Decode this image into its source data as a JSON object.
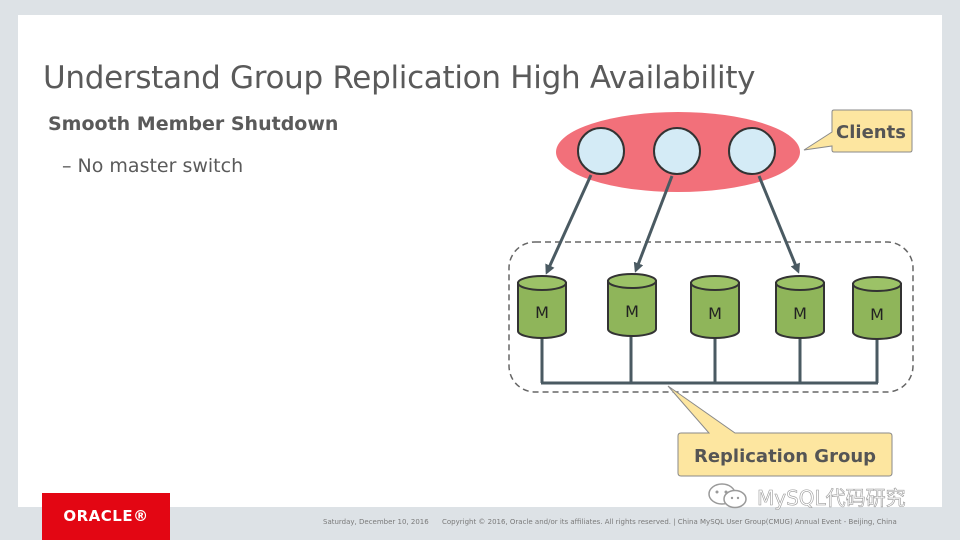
{
  "slide": {
    "title": "Understand Group Replication High Availability",
    "subtitle": "Smooth Member Shutdown",
    "bullet": "– No master switch"
  },
  "diagram": {
    "clients_label": "Clients",
    "group_label": "Replication Group",
    "members": [
      "M",
      "M",
      "M",
      "M",
      "M"
    ],
    "colors": {
      "client_group": "#f2707a",
      "client_node": "#d4ebf6",
      "callout": "#fde6a0",
      "member": "#8fb55a",
      "arrow": "#4a5a62"
    }
  },
  "footer": {
    "date": "Saturday, December 10, 2016",
    "copyright": "Copyright © 2016, Oracle and/or its affiliates. All rights reserved.  |  China MySQL User Group(CMUG) Annual Event - Beijing, China",
    "logo_text": "ORACLE®"
  },
  "watermark": {
    "text": "MySQL代码研究",
    "icon": "wechat-icon"
  }
}
